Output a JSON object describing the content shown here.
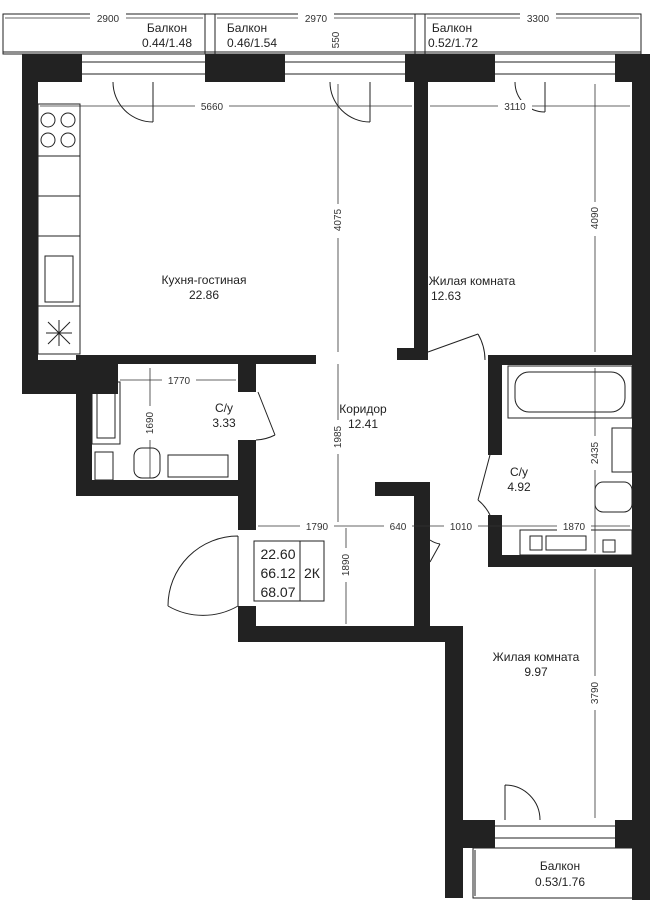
{
  "rooms": {
    "kitchen": {
      "name": "Кухня-гостиная",
      "area": "22.86"
    },
    "living1": {
      "name": "Жилая комната",
      "area": "12.63"
    },
    "living2": {
      "name": "Жилая комната",
      "area": "9.97"
    },
    "corridor": {
      "name": "Коридор",
      "area": "12.41"
    },
    "bath1": {
      "name": "С/у",
      "area": "3.33"
    },
    "bath2": {
      "name": "С/у",
      "area": "4.92"
    }
  },
  "balconies": [
    {
      "name": "Балкон",
      "area": "0.44/1.48"
    },
    {
      "name": "Балкон",
      "area": "0.46/1.54"
    },
    {
      "name": "Балкон",
      "area": "0.52/1.72"
    },
    {
      "name": "Балкон",
      "area": "0.53/1.76"
    }
  ],
  "dimensions": {
    "top_left": "2900",
    "top_mid": "2970",
    "top_right": "3300",
    "top_mid_vertical": "550",
    "kitchen_width": "5660",
    "living1_width": "3110",
    "kitchen_height": "4075",
    "living1_height": "4090",
    "bath1_width": "1770",
    "bath1_height": "1690",
    "corridor_height": "1985",
    "bath2_height": "2435",
    "hall_width": "1790",
    "hall_mid": "640",
    "hall_right": "1010",
    "bath2_width": "1870",
    "hall_height": "1890",
    "living2_height": "3790"
  },
  "summary": {
    "living_area": "22.60",
    "total_area": "66.12",
    "full_area": "68.07",
    "type": "2К"
  }
}
